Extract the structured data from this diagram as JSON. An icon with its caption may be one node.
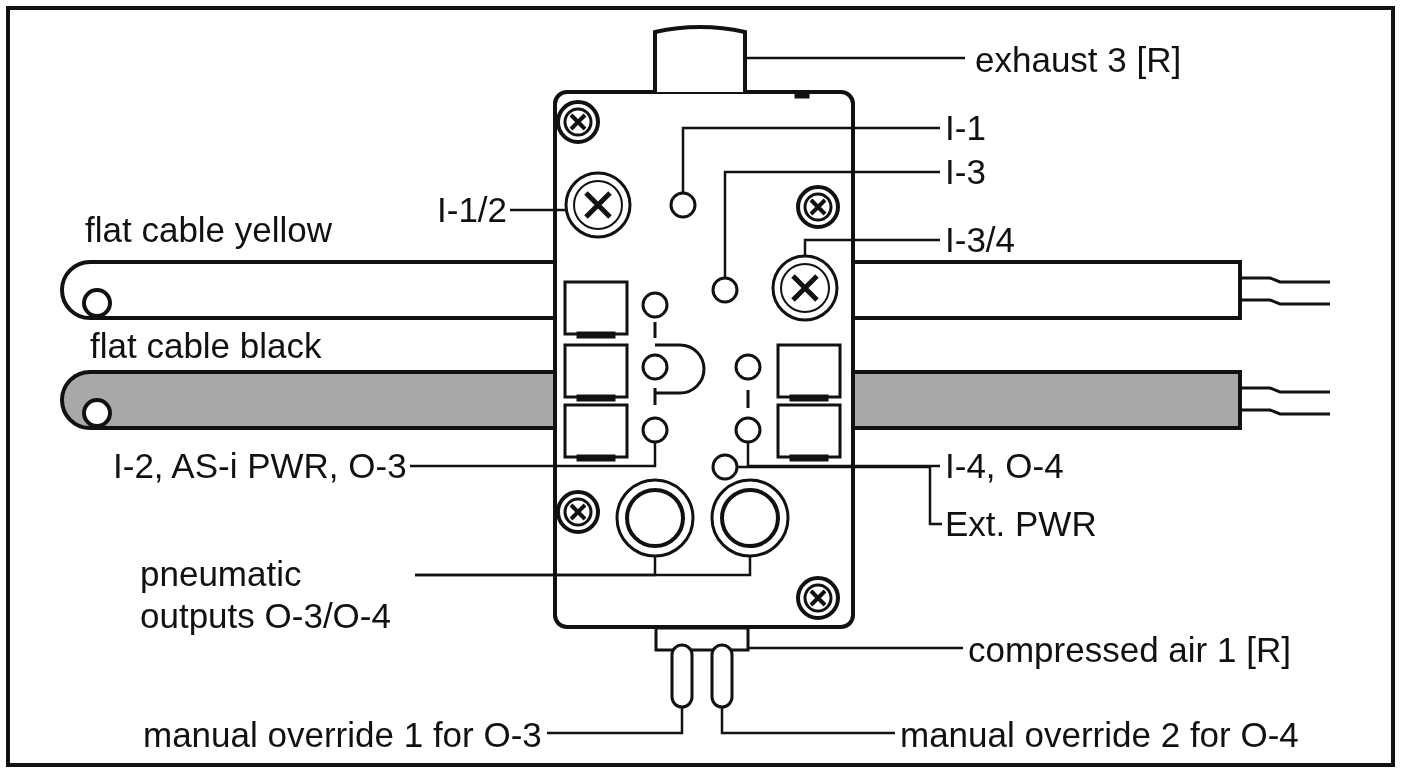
{
  "diagram": {
    "nodes": [
      {
        "text": [
          "exhaust 3 [R]"
        ]
      },
      {
        "text": [],
        "shape": "cylinder"
      },
      {
        "text": [
          "I-1"
        ]
      },
      {
        "text": [],
        "shape": "circle"
      },
      {
        "text": [
          "I-3"
        ]
      },
      {
        "text": [],
        "shape": "circle"
      },
      {
        "text": [
          "I-1/2"
        ]
      },
      {
        "text": [],
        "shape": "circle"
      },
      {
        "text": [
          "I-3/4"
        ]
      },
      {
        "text": [],
        "shape": "circle"
      },
      {
        "text": [
          "I-2, AS-i PWR, O-3"
        ]
      },
      {
        "text": [],
        "shape": "circle"
      },
      {
        "text": [
          "I-4, O-4"
        ]
      },
      {
        "text": [],
        "shape": "circle"
      },
      {
        "text": [
          "Ext. PWR"
        ]
      },
      {
        "text": [],
        "shape": "circle"
      },
      {
        "text": [
          "pneumatic outputs O-3/O-4"
        ]
      },
      {
        "text": [],
        "shape": "circle"
      },
      {
        "text": [],
        "shape": "circle"
      },
      {
        "text": [
          "compressed air 1 [R]"
        ]
      },
      {
        "text": [],
        "shape": "box"
      },
      {
        "text": [
          "manual override 1 for O-3"
        ]
      },
      {
        "text": [],
        "shape": "bar"
      },
      {
        "text": [
          "manual override 2 for O-4"
        ]
      },
      {
        "text": [],
        "shape": "bar"
      }
    ],
    "edges": [
      {
        "from": 0,
        "to": 1,
        "arrow": "none"
      },
      {
        "from": 2,
        "to": 3,
        "arrow": "none"
      },
      {
        "from": 4,
        "to": 5,
        "arrow": "none"
      },
      {
        "from": 6,
        "to": 7,
        "arrow": "none"
      },
      {
        "from": 8,
        "to": 9,
        "arrow": "none"
      },
      {
        "from": 10,
        "to": 11,
        "arrow": "none"
      },
      {
        "from": 12,
        "to": 13,
        "arrow": "none"
      },
      {
        "from": 14,
        "to": 15,
        "arrow": "none"
      },
      {
        "from": 16,
        "to": 17,
        "arrow": "none"
      },
      {
        "from": 16,
        "to": 18,
        "arrow": "none"
      },
      {
        "from": 19,
        "to": 20,
        "arrow": "none"
      },
      {
        "from": 21,
        "to": 22,
        "arrow": "none"
      },
      {
        "from": 23,
        "to": 24,
        "arrow": "none"
      }
    ],
    "labels": [
      "flat cable yellow",
      "flat cable black"
    ]
  }
}
